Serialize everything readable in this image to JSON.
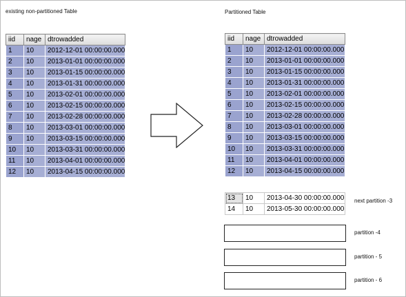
{
  "left": {
    "caption": "existing non-partitioned Table",
    "columns": [
      "iid",
      "nage",
      "dtrowadded"
    ],
    "rows": [
      [
        "1",
        "10",
        "2012-12-01 00:00:00.000"
      ],
      [
        "2",
        "10",
        "2013-01-01 00:00:00.000"
      ],
      [
        "3",
        "10",
        "2013-01-15 00:00:00.000"
      ],
      [
        "4",
        "10",
        "2013-01-31 00:00:00.000"
      ],
      [
        "5",
        "10",
        "2013-02-01 00:00:00.000"
      ],
      [
        "6",
        "10",
        "2013-02-15 00:00:00.000"
      ],
      [
        "7",
        "10",
        "2013-02-28 00:00:00.000"
      ],
      [
        "8",
        "10",
        "2013-03-01 00:00:00.000"
      ],
      [
        "9",
        "10",
        "2013-03-15 00:00:00.000"
      ],
      [
        "10",
        "10",
        "2013-03-31 00:00:00.000"
      ],
      [
        "11",
        "10",
        "2013-04-01 00:00:00.000"
      ],
      [
        "12",
        "10",
        "2013-04-15 00:00:00.000"
      ]
    ]
  },
  "right": {
    "caption": "Partitioned Table",
    "columns": [
      "iid",
      "nage",
      "dtrowadded"
    ],
    "rows": [
      [
        "1",
        "10",
        "2012-12-01 00:00:00.000"
      ],
      [
        "2",
        "10",
        "2013-01-01 00:00:00.000"
      ],
      [
        "3",
        "10",
        "2013-01-15 00:00:00.000"
      ],
      [
        "4",
        "10",
        "2013-01-31 00:00:00.000"
      ],
      [
        "5",
        "10",
        "2013-02-01 00:00:00.000"
      ],
      [
        "6",
        "10",
        "2013-02-15 00:00:00.000"
      ],
      [
        "7",
        "10",
        "2013-02-28 00:00:00.000"
      ],
      [
        "8",
        "10",
        "2013-03-01 00:00:00.000"
      ],
      [
        "9",
        "10",
        "2013-03-15 00:00:00.000"
      ],
      [
        "10",
        "10",
        "2013-03-31 00:00:00.000"
      ],
      [
        "11",
        "10",
        "2013-04-01 00:00:00.000"
      ],
      [
        "12",
        "10",
        "2013-04-15 00:00:00.000"
      ]
    ],
    "next_rows": [
      [
        "13",
        "10",
        "2013-04-30 00:00:00.000"
      ],
      [
        "14",
        "10",
        "2013-05-30 00:00:00.000"
      ]
    ]
  },
  "labels": {
    "next_partition": "next partition -3",
    "partition4": "partition -4",
    "partition5": "partition - 5",
    "partition6": "partition - 6"
  },
  "colors": {
    "row_fill": "#a6aed4",
    "header_fill": "#dcdcdc",
    "box_border": "#222222"
  }
}
